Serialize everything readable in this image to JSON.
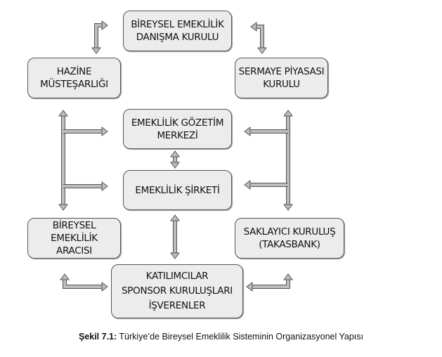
{
  "nodes": {
    "danisma": "BİREYSEL EMEKLİLİK\nDANIŞMA KURULU",
    "hazine": "HAZİNE\nMÜSTEŞARLIĞI",
    "spk": "SERMAYE PİYASASI\nKURULU",
    "gozetim": "EMEKLİLİK GÖZETİM\nMERKEZİ",
    "sirket": "EMEKLİLİK ŞİRKETİ",
    "araci": "BİREYSEL EMEKLİLİK\nARACISI",
    "saklayici": "SAKLAYICI KURULUŞ\n(TAKASBANK)",
    "katilimcilar": "KATILIMCILAR\nSPONSOR KURULUŞLARI\nİŞVERENLER"
  },
  "caption": {
    "label": "Şekil 7.1:",
    "text": " Türkiye’de Bireysel Emeklilik Sisteminin Organizasyonel Yapısı"
  },
  "colors": {
    "box_fill": "#ececec",
    "arrow_fill": "#bdbdbd",
    "outline": "#555555"
  }
}
